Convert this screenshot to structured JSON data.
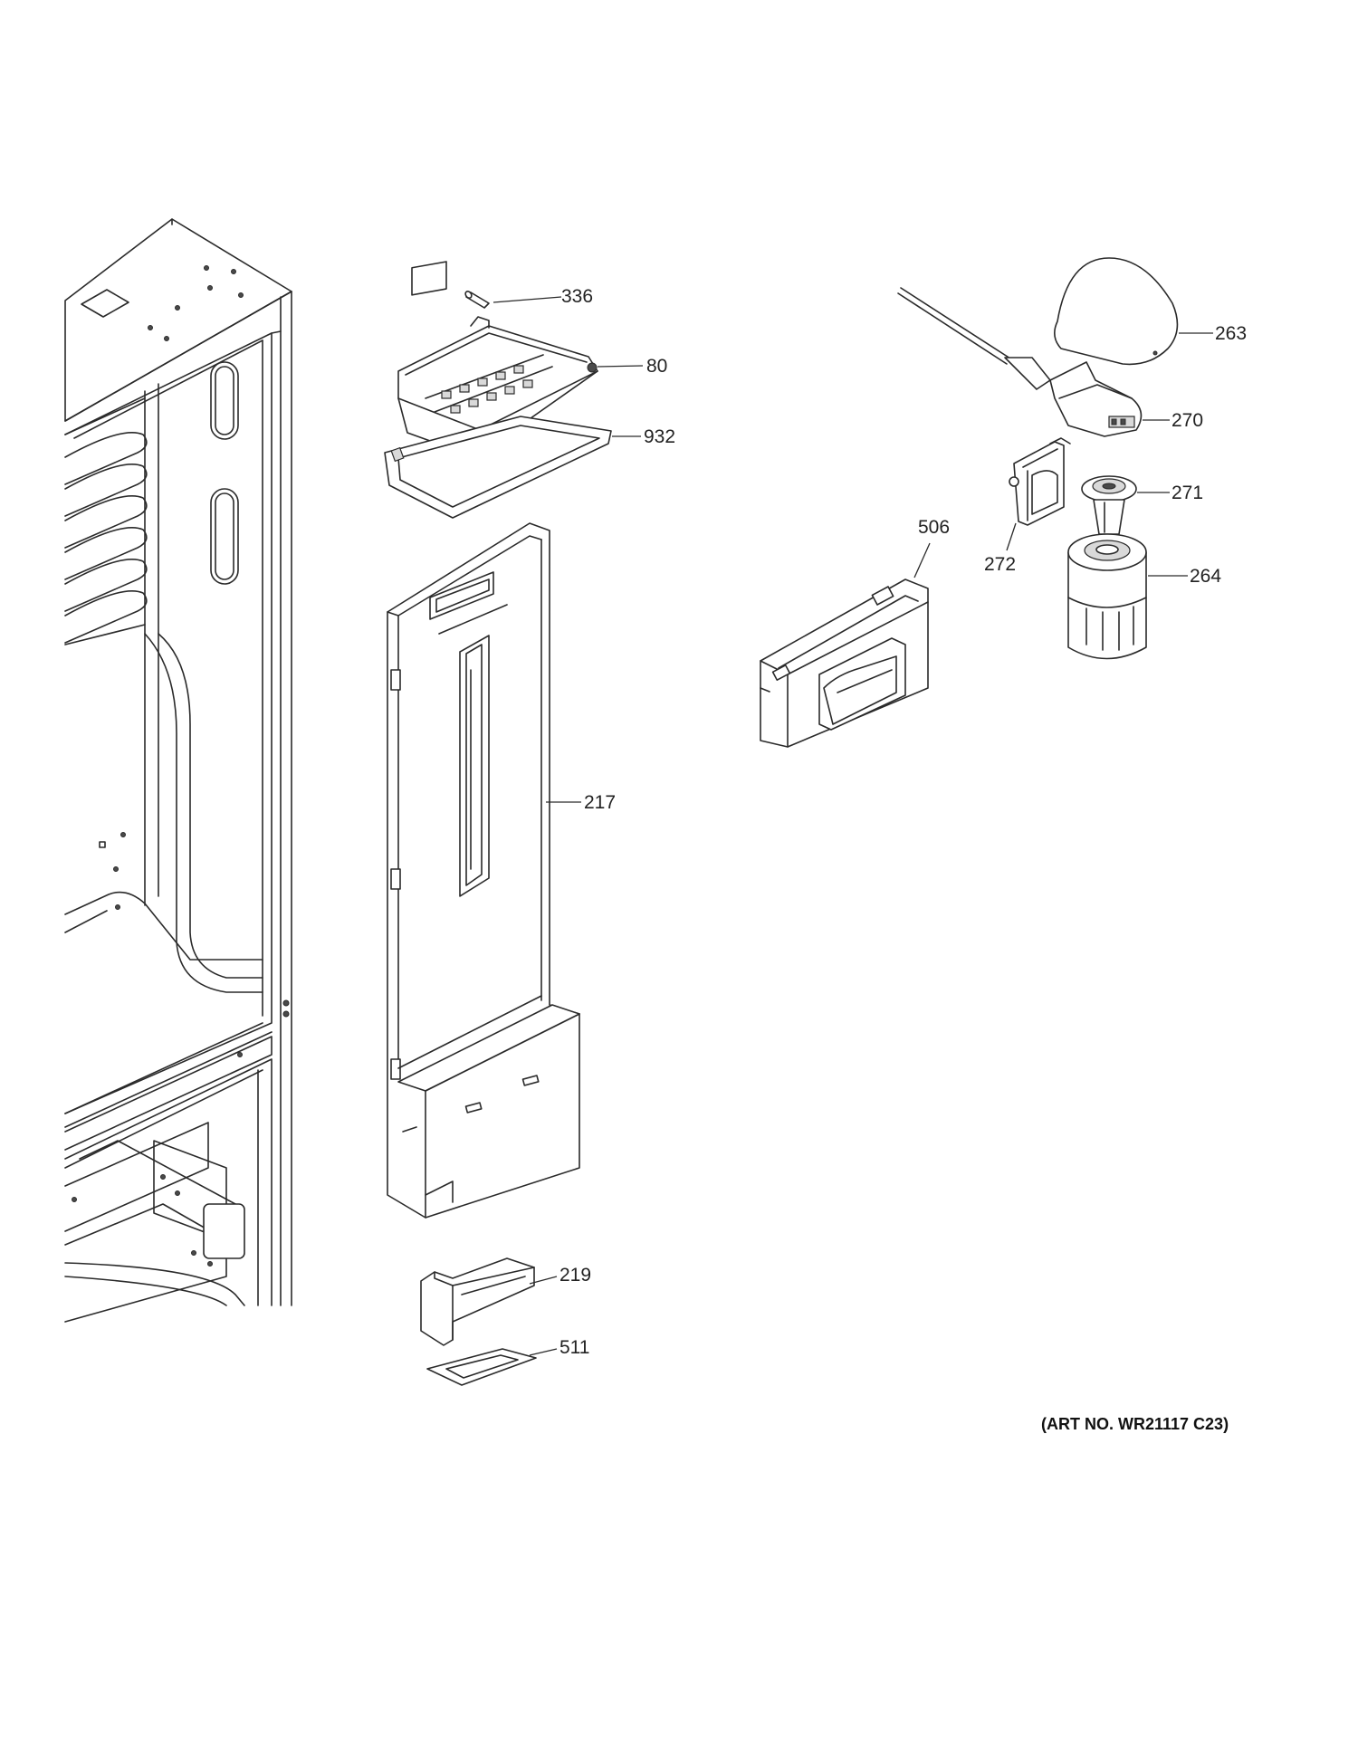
{
  "diagram": {
    "callouts": [
      {
        "id": "c336",
        "text": "336"
      },
      {
        "id": "c80",
        "text": "80"
      },
      {
        "id": "c932",
        "text": "932"
      },
      {
        "id": "c263",
        "text": "263"
      },
      {
        "id": "c270",
        "text": "270"
      },
      {
        "id": "c271",
        "text": "271"
      },
      {
        "id": "c506",
        "text": "506"
      },
      {
        "id": "c272",
        "text": "272"
      },
      {
        "id": "c264",
        "text": "264"
      },
      {
        "id": "c217",
        "text": "217"
      },
      {
        "id": "c219",
        "text": "219"
      },
      {
        "id": "c511",
        "text": "511"
      }
    ],
    "art_number": "(ART NO. WR21117 C23)"
  }
}
